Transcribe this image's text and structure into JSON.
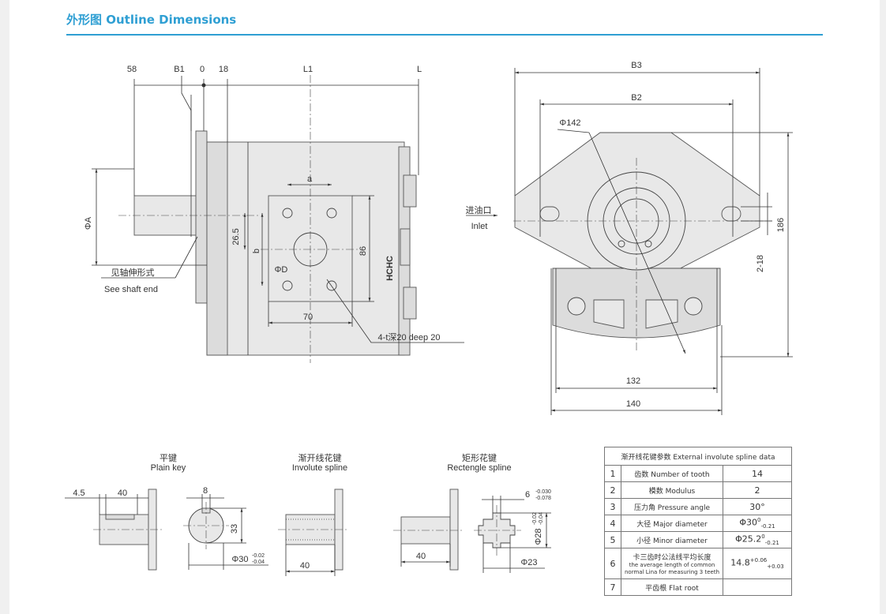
{
  "header": {
    "title": "外形图 Outline Dimensions"
  },
  "side_view": {
    "dims_top": [
      "58",
      "B1",
      "0",
      "18",
      "L1",
      "L"
    ],
    "dia_a": "ΦA",
    "a": "a",
    "b": "b",
    "d265": "26.5",
    "phi_d": "ΦD",
    "d86": "86",
    "d70": "70",
    "brand": "HCHC",
    "shaft_note_cn": "见轴伸形式",
    "shaft_note_en": "See shaft end",
    "thread_note": "4-t深20 deep 20"
  },
  "front_view": {
    "b3": "B3",
    "b2": "B2",
    "phi142": "Φ142",
    "inlet_cn": "进油口",
    "inlet_en": "Inlet",
    "d186": "186",
    "d2_18": "2-18",
    "d132": "132",
    "d140": "140"
  },
  "shaft_ends": {
    "plain_key_cn": "平键",
    "plain_key_en": "Plain  key",
    "involute_cn": "渐开线花键",
    "involute_en": "Involute spline",
    "rect_cn": "矩形花键",
    "rect_en": "Rectengle spline",
    "pk_45": "4.5",
    "pk_40": "40",
    "pk_8": "8",
    "pk_33": "33",
    "pk_phi30": "Φ30",
    "pk_phi30_tol_up": "-0.02",
    "pk_phi30_tol_dn": "-0.04",
    "inv_40": "40",
    "rs_40": "40",
    "rs_6": "6",
    "rs_6_tol_up": "-0.030",
    "rs_6_tol_dn": "-0.078",
    "rs_phi28": "Φ28",
    "rs_phi28_tol_up": "-0.02",
    "rs_phi28_tol_dn": "-0.04",
    "rs_phi23": "Φ23"
  },
  "spline_table": {
    "title": "渐开线花键参数  External involute spline data",
    "rows": [
      {
        "no": "1",
        "param": "齿数 Number of tooth",
        "value": "14"
      },
      {
        "no": "2",
        "param": "模数 Modulus",
        "value": "2"
      },
      {
        "no": "3",
        "param": "压力角 Pressure angle",
        "value": "30°"
      },
      {
        "no": "4",
        "param": "大径 Major diameter",
        "value": "Φ30",
        "tol_up": "0",
        "tol_dn": "-0.21"
      },
      {
        "no": "5",
        "param": "小径 Minor diameter",
        "value": "Φ25.2",
        "tol_up": "0",
        "tol_dn": "-0.21"
      },
      {
        "no": "6",
        "param": "卡三齿时公法线平均长度",
        "param_en": "the average length of common normal Lina for measuring 3 teeth",
        "value": "14.8",
        "tol_up": "+0.06",
        "tol_dn": "+0.03"
      },
      {
        "no": "7",
        "param": "平齿根 Flat root",
        "value": ""
      }
    ]
  }
}
